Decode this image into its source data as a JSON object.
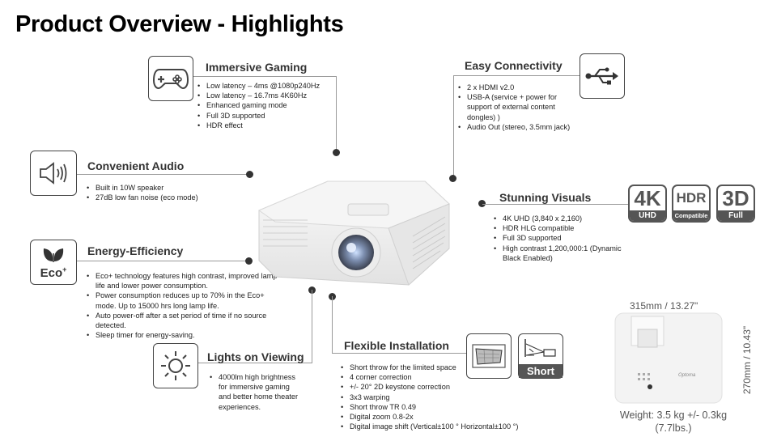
{
  "page": {
    "title": "Product Overview - Highlights"
  },
  "gaming": {
    "title": "Immersive Gaming",
    "icon": "gamepad-icon",
    "items": [
      "Low latency – 4ms @1080p240Hz",
      "Low latency – 16.7ms 4K60Hz",
      "Enhanced gaming mode",
      "Full 3D supported",
      "HDR effect"
    ]
  },
  "connectivity": {
    "title": "Easy Connectivity",
    "icon": "usb-icon",
    "items": [
      "2 x HDMI v2.0",
      "USB-A (service + power for support of external content dongles) )",
      "Audio Out (stereo, 3.5mm jack)"
    ]
  },
  "audio": {
    "title": "Convenient Audio",
    "icon": "speaker-icon",
    "items": [
      "Built in 10W speaker",
      "27dB low fan noise (eco mode)"
    ]
  },
  "visuals": {
    "title": "Stunning Visuals",
    "items": [
      "4K UHD (3,840 x 2,160)",
      "HDR HLG compatible",
      "Full 3D supported",
      "High contrast 1,200,000:1 (Dynamic Black Enabled)"
    ],
    "badges": [
      {
        "big": "4K",
        "sub": "UHD"
      },
      {
        "big": "HDR",
        "sub": "Compatible"
      },
      {
        "big": "3D",
        "sub": "Full"
      }
    ]
  },
  "eco": {
    "title": "Energy-Efficiency",
    "icon": "eco-leaf-icon",
    "icon_label": "Eco",
    "icon_sup": "+",
    "items": [
      "Eco+ technology features high contrast, improved lamp life and lower power consumption.",
      "Power consumption reduces up to 70% in the Eco+ mode. Up to 15000 hrs long lamp life.",
      "Auto power-off after a set period of time if no source detected.",
      "Sleep timer for energy-saving."
    ]
  },
  "lights": {
    "title": "Lights on Viewing",
    "icon": "sun-icon",
    "items": [
      "4000lm high brightness for immersive gaming and better home theater experiences."
    ]
  },
  "install": {
    "title": "Flexible Installation",
    "items": [
      "Short throw for the limited space",
      "4 corner correction",
      "+/- 20° 2D keystone correction",
      "3x3 warping",
      "Short throw TR 0.49",
      "Digital zoom 0.8-2x",
      "Digital image shift (Vertical±100 ° Horizontal±100 °)"
    ],
    "short_label": "Short"
  },
  "specs": {
    "width": "315mm / 13.27\"",
    "height": "270mm / 10.43\"",
    "weight": "Weight: 3.5 kg +/- 0.3kg (7.7lbs.)",
    "brand": "Optoma"
  }
}
